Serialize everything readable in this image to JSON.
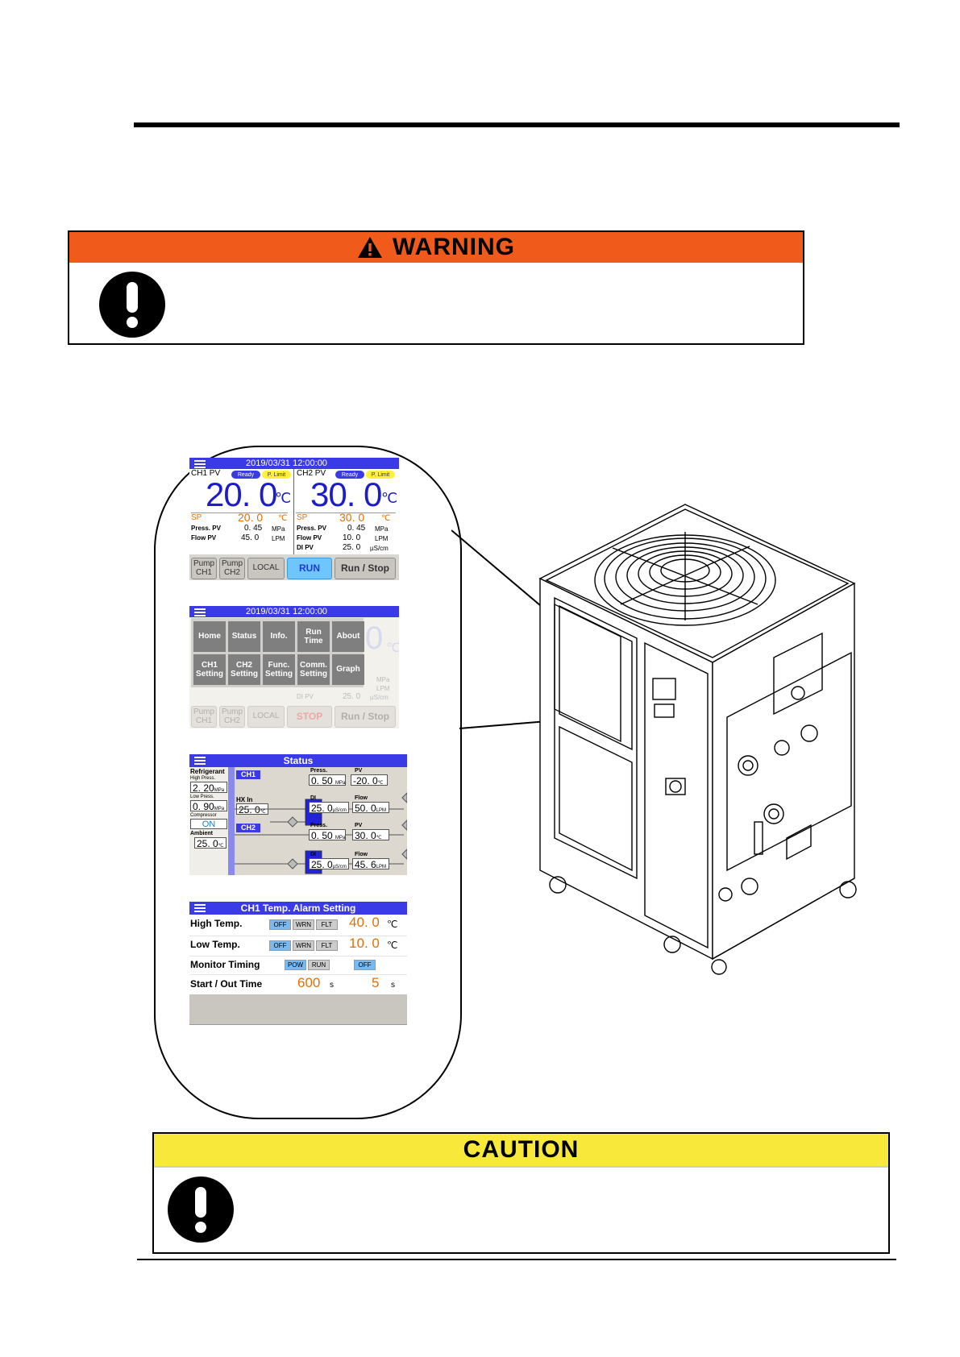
{
  "warning": {
    "title": "WARNING"
  },
  "caution": {
    "title": "CAUTION"
  },
  "screen1": {
    "datetime": "2019/03/31    12:00:00",
    "ch1": {
      "label": "CH1 PV",
      "ready": "Ready",
      "plimit": "P. Limit",
      "pv": "20. 0",
      "unit": "℃",
      "sp_label": "SP",
      "sp": "20. 0",
      "sp_unit": "℃",
      "press_label": "Press. PV",
      "press": "0. 45",
      "press_unit": "MPa",
      "flow_label": "Flow PV",
      "flow": "45. 0",
      "flow_unit": "LPM"
    },
    "ch2": {
      "label": "CH2 PV",
      "ready": "Ready",
      "plimit": "P. Limit",
      "pv": "30. 0",
      "unit": "℃",
      "sp_label": "SP",
      "sp": "30. 0",
      "sp_unit": "℃",
      "press_label": "Press. PV",
      "press": "0. 45",
      "press_unit": "MPa",
      "flow_label": "Flow PV",
      "flow": "10. 0",
      "flow_unit": "LPM",
      "di_label": "DI PV",
      "di": "25. 0",
      "di_unit": "µS/cm"
    },
    "buttons": {
      "pump_ch1": "Pump CH1",
      "pump_ch2": "Pump CH2",
      "local": "LOCAL",
      "run": "RUN",
      "runstop": "Run / Stop"
    }
  },
  "screen2": {
    "datetime": "2019/03/31    12:00:00",
    "menu": [
      "Home",
      "Status",
      "Info.",
      "Run Time",
      "About",
      "CH1 Setting",
      "CH2 Setting",
      "Func. Setting",
      "Comm. Setting",
      "Graph"
    ],
    "bg": {
      "pv_fragment": "0",
      "unit": "℃",
      "mpa": "MPa",
      "lpm": "LPM",
      "di_label": "DI PV",
      "di": "25. 0",
      "di_unit": "µS/cm",
      "pump_ch1": "Pump CH1",
      "pump_ch2": "Pump CH2",
      "local": "LOCAL",
      "stop": "STOP",
      "runstop": "Run / Stop"
    }
  },
  "screen3": {
    "title": "Status",
    "refrigerant": "Refrigerant",
    "high_press_label": "High Press.",
    "high_press": "2. 20",
    "high_press_unit": "MPa",
    "low_press_label": "Low Press.",
    "low_press": "0. 90",
    "low_press_unit": "MPa",
    "compressor_label": "Compressor",
    "compressor": "ON",
    "ambient_label": "Ambient",
    "ambient": "25. 0",
    "ambient_unit": "℃",
    "ch1": {
      "label": "CH1",
      "hx_label": "HX In",
      "hx": "25. 0",
      "hx_unit": "℃",
      "press_label": "Press.",
      "press": "0. 50",
      "press_unit": "MPa",
      "pv_label": "PV",
      "pv": "-20. 0",
      "pv_unit": "℃",
      "di_label": "DI",
      "di": "25. 0",
      "di_unit": "µS/cm",
      "flow_label": "Flow",
      "flow": "50. 0",
      "flow_unit": "LPM"
    },
    "ch2": {
      "label": "CH2",
      "press_label": "Press.",
      "press": "0. 50",
      "press_unit": "MPa",
      "pv_label": "PV",
      "pv": "30. 0",
      "pv_unit": "℃",
      "di_label": "DI",
      "di": "25. 0",
      "di_unit": "µS/cm",
      "flow_label": "Flow",
      "flow": "45. 6",
      "flow_unit": "LPM"
    }
  },
  "screen4": {
    "title": "CH1 Temp. Alarm Setting",
    "rows": [
      {
        "label": "High Temp.",
        "off": "OFF",
        "wrn": "WRN",
        "flt": "FLT",
        "value": "40. 0",
        "unit": "℃"
      },
      {
        "label": "Low Temp.",
        "off": "OFF",
        "wrn": "WRN",
        "flt": "FLT",
        "value": "10. 0",
        "unit": "℃"
      }
    ],
    "monitor": {
      "label": "Monitor Timing",
      "pow": "POW",
      "run": "RUN",
      "off": "OFF"
    },
    "startout": {
      "label": "Start / Out Time",
      "start": "600",
      "start_unit": "s",
      "out": "5",
      "out_unit": "s"
    }
  },
  "colors": {
    "warning": "#f05a1a",
    "caution": "#f7e83a",
    "screen_bar": "#3a3ae6",
    "pv_blue": "#1c1cc8",
    "sp_orange": "#e0700a"
  }
}
